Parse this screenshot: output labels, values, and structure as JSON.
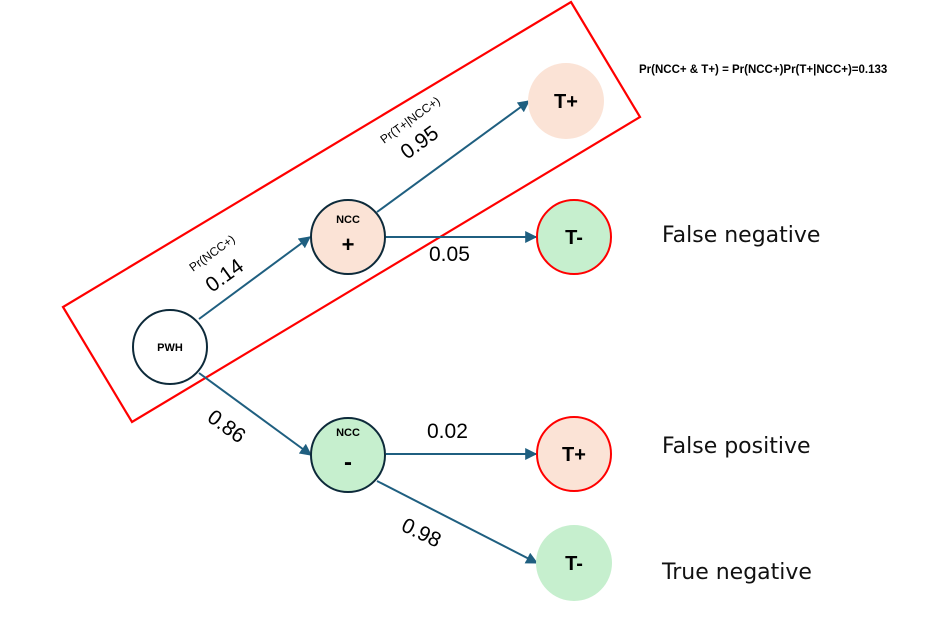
{
  "colors": {
    "edge": "#1f5f80",
    "node_stroke": "#0d2a3a",
    "highlight_stroke": "#ff0000",
    "positive_fill": "#fbe3d6",
    "negative_fill": "#c6efce"
  },
  "nodes": {
    "root": {
      "label": "PWH"
    },
    "ncc_pos": {
      "title": "NCC",
      "sign": "+"
    },
    "ncc_neg": {
      "title": "NCC",
      "sign": "-"
    },
    "t_pos_1": {
      "label": "T+"
    },
    "t_neg_1": {
      "label": "T-"
    },
    "t_pos_2": {
      "label": "T+"
    },
    "t_neg_2": {
      "label": "T-"
    }
  },
  "edges": {
    "root_to_ncc_pos": {
      "prob": "0.14",
      "annotation": "Pr(NCC+)"
    },
    "root_to_ncc_neg": {
      "prob": "0.86"
    },
    "ncc_pos_to_t_pos": {
      "prob": "0.95",
      "annotation": "Pr(T+|NCC+)"
    },
    "ncc_pos_to_t_neg": {
      "prob": "0.05"
    },
    "ncc_neg_to_t_pos": {
      "prob": "0.02"
    },
    "ncc_neg_to_t_neg": {
      "prob": "0.98"
    }
  },
  "outcomes": {
    "false_negative": "False negative",
    "false_positive": "False positive",
    "true_negative": "True negative"
  },
  "formula": "Pr(NCC+ & T+) = Pr(NCC+)Pr(T+|NCC+)=0.133"
}
